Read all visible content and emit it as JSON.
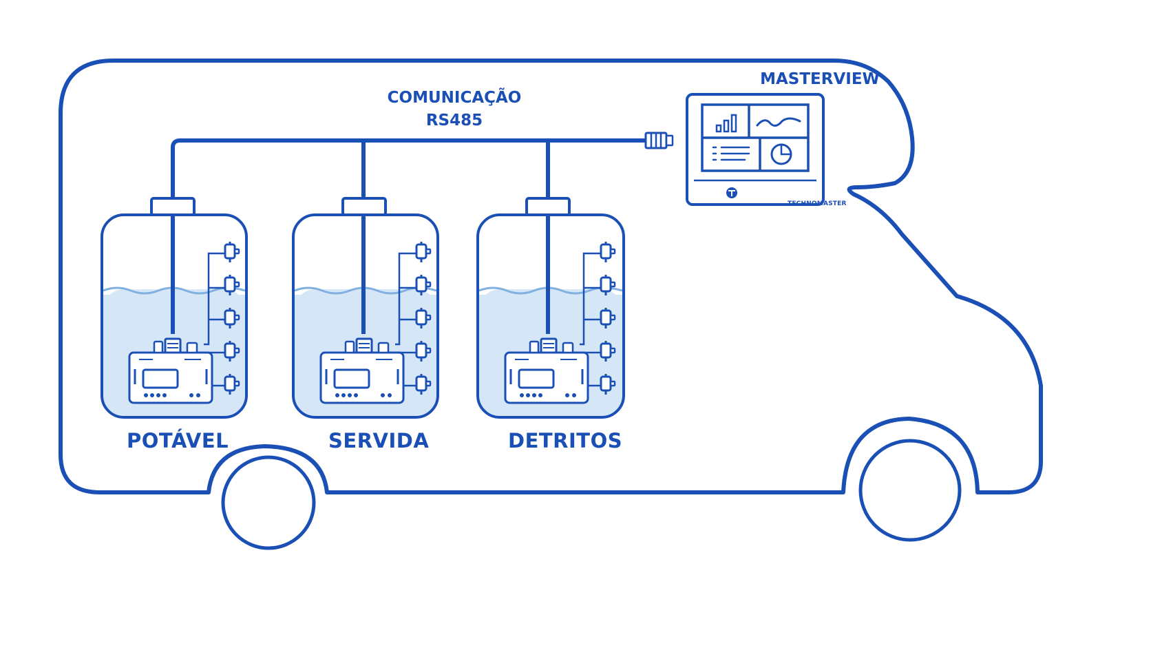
{
  "communication": {
    "line1": "COMUNICAÇÃO",
    "line2": "RS485"
  },
  "display": {
    "title": "MASTERVIEW",
    "brand": "TECHNOMASTER"
  },
  "tanks": [
    {
      "label": "POTÁVEL"
    },
    {
      "label": "SERVIDA"
    },
    {
      "label": "DETRITOS"
    }
  ],
  "colors": {
    "stroke": "#1a4fb5",
    "water_fill": "#d5e6f7",
    "water_wave": "#7fb0e0"
  },
  "icons": [
    "bar-chart-icon",
    "line-chart-icon",
    "list-icon",
    "pie-chart-icon",
    "technomaster-logo-icon",
    "connector-icon",
    "level-sensor-icon"
  ]
}
